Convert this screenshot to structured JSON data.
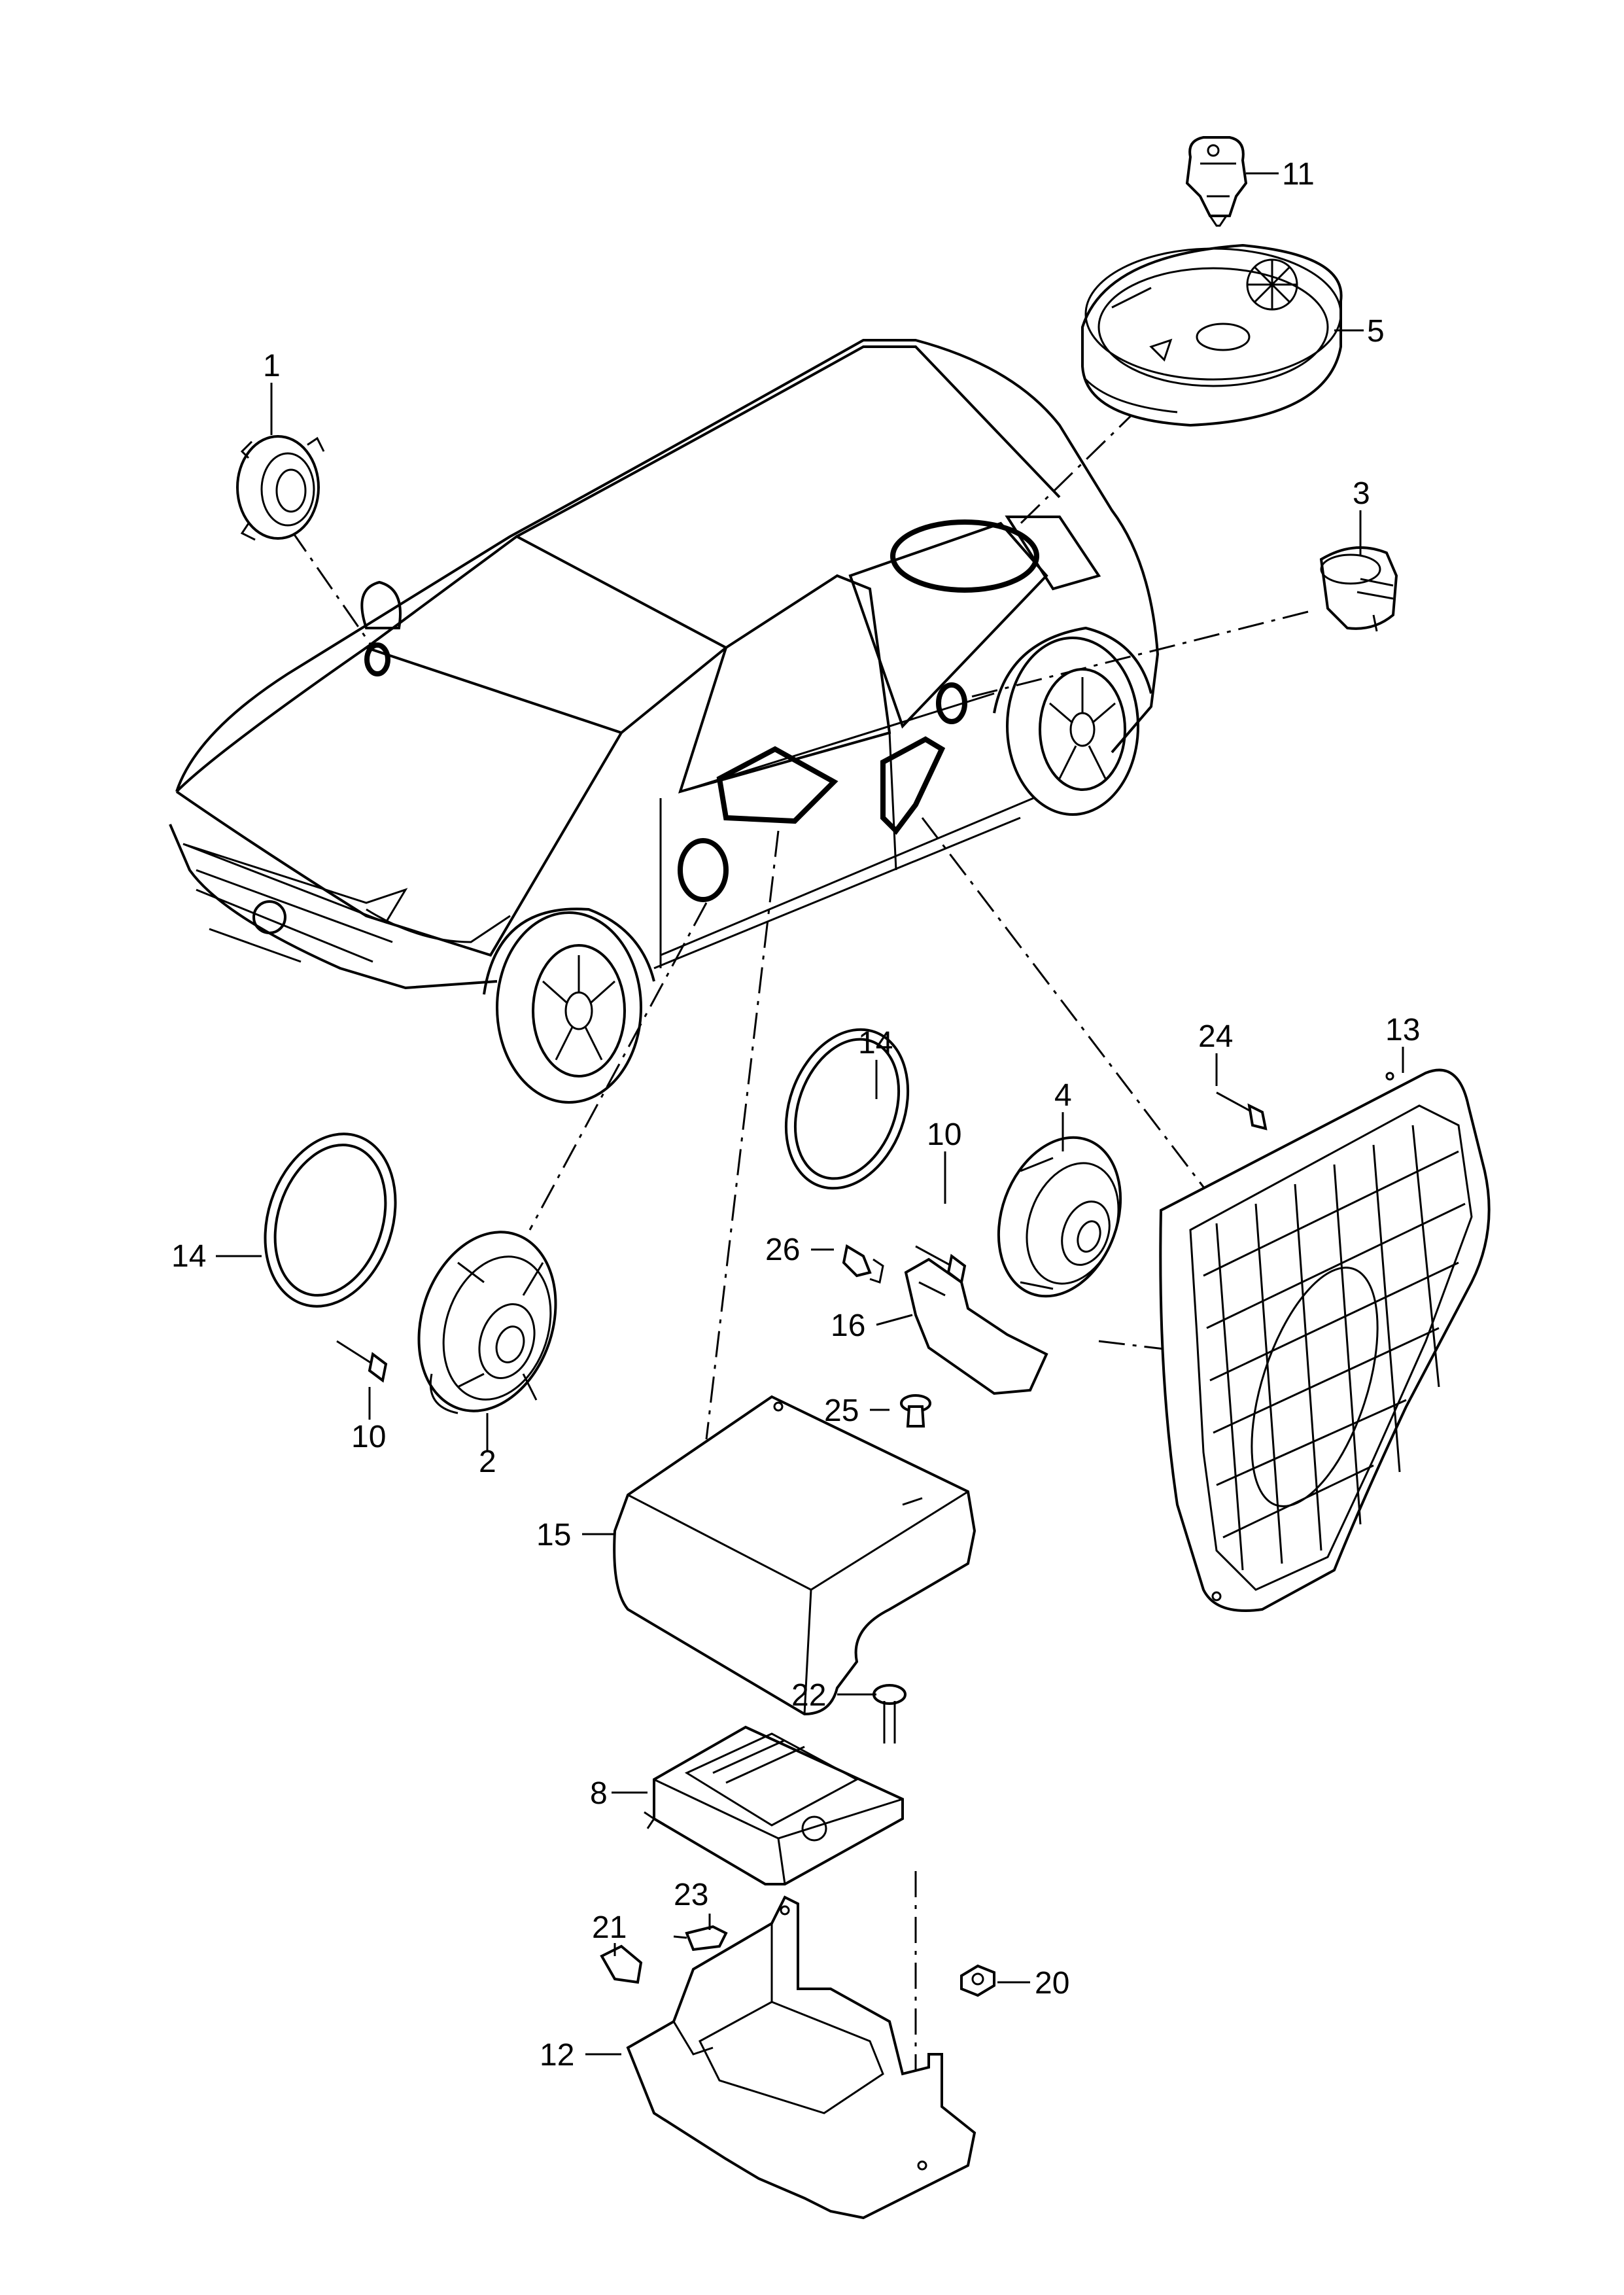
{
  "callouts": {
    "c1": "1",
    "c2": "2",
    "c3": "3",
    "c4": "4",
    "c5": "5",
    "c8": "8",
    "c10a": "10",
    "c10b": "10",
    "c11": "11",
    "c12": "12",
    "c13": "13",
    "c14a": "14",
    "c14b": "14",
    "c15": "15",
    "c16": "16",
    "c20": "20",
    "c21": "21",
    "c22": "22",
    "c23": "23",
    "c24": "24",
    "c25": "25",
    "c26": "26"
  }
}
